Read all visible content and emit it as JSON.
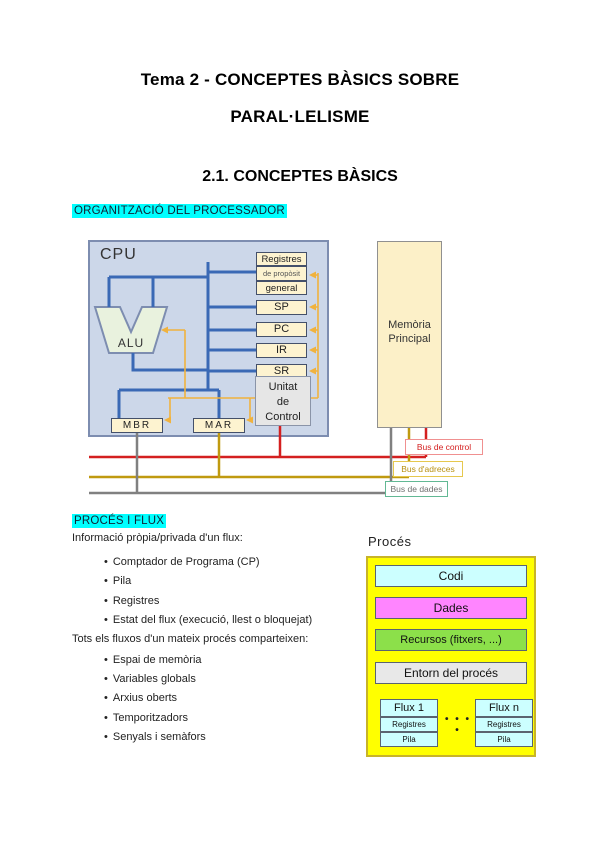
{
  "page": {
    "title_line1": "Tema 2 - CONCEPTES BÀSICS SOBRE",
    "title_line2": "PARAL·LELISME",
    "section_heading": "2.1. CONCEPTES BÀSICS"
  },
  "cpu_section": {
    "heading": "ORGANITZACIÓ DEL PROCESSADOR",
    "cpu_label": "CPU",
    "alu_label": "ALU",
    "reg_stack": [
      "Registres",
      "de propòsit",
      "general"
    ],
    "regs": [
      "SP",
      "PC",
      "IR",
      "SR"
    ],
    "control_unit": [
      "Unitat",
      "de",
      "Control"
    ],
    "mbr": "MBR",
    "mar": "MAR",
    "memory": [
      "Memòria",
      "Principal"
    ],
    "buses": [
      {
        "label": "Bus de control",
        "color": "#d42020",
        "border": "#f09090"
      },
      {
        "label": "Bus d'adreces",
        "color": "#b89010",
        "border": "#e6c84e"
      },
      {
        "label": "Bus de dades",
        "color": "#707070",
        "border": "#62b894"
      }
    ]
  },
  "proces_section": {
    "heading": "PROCÉS I FLUX",
    "intro1": "Informació pròpia/privada d'un flux:",
    "list1": [
      "Comptador de Programa (CP)",
      "Pila",
      "Registres",
      "Estat del flux (execució, llest o bloquejat)"
    ],
    "intro2": "Tots els fluxos d'un mateix procés comparteixen:",
    "list2": [
      "Espai de memòria",
      "Variables globals",
      "Arxius oberts",
      "Temporitzadors",
      "Senyals i semàfors"
    ]
  },
  "proces_diagram": {
    "title": "Procés",
    "rows": [
      {
        "label": "Codi",
        "color": "#ccffff"
      },
      {
        "label": "Dades",
        "color": "#ff85ff"
      },
      {
        "label": "Recursos (fitxers, ...)",
        "color": "#8ce04a"
      },
      {
        "label": "Entorn del procés",
        "color": "#e8e8e8"
      }
    ],
    "flux_left": {
      "title": "Flux 1",
      "rows": [
        "Registres",
        "Pila"
      ]
    },
    "flux_right": {
      "title": "Flux n",
      "rows": [
        "Registres",
        "Pila"
      ]
    },
    "dots": "• • • •"
  },
  "colors": {
    "highlight": "#00ffff",
    "cpu_bg": "#ccd7e9",
    "blue_line": "#3a69b5",
    "orange_line": "#f0b23e",
    "proces_bg": "#ffff00"
  }
}
